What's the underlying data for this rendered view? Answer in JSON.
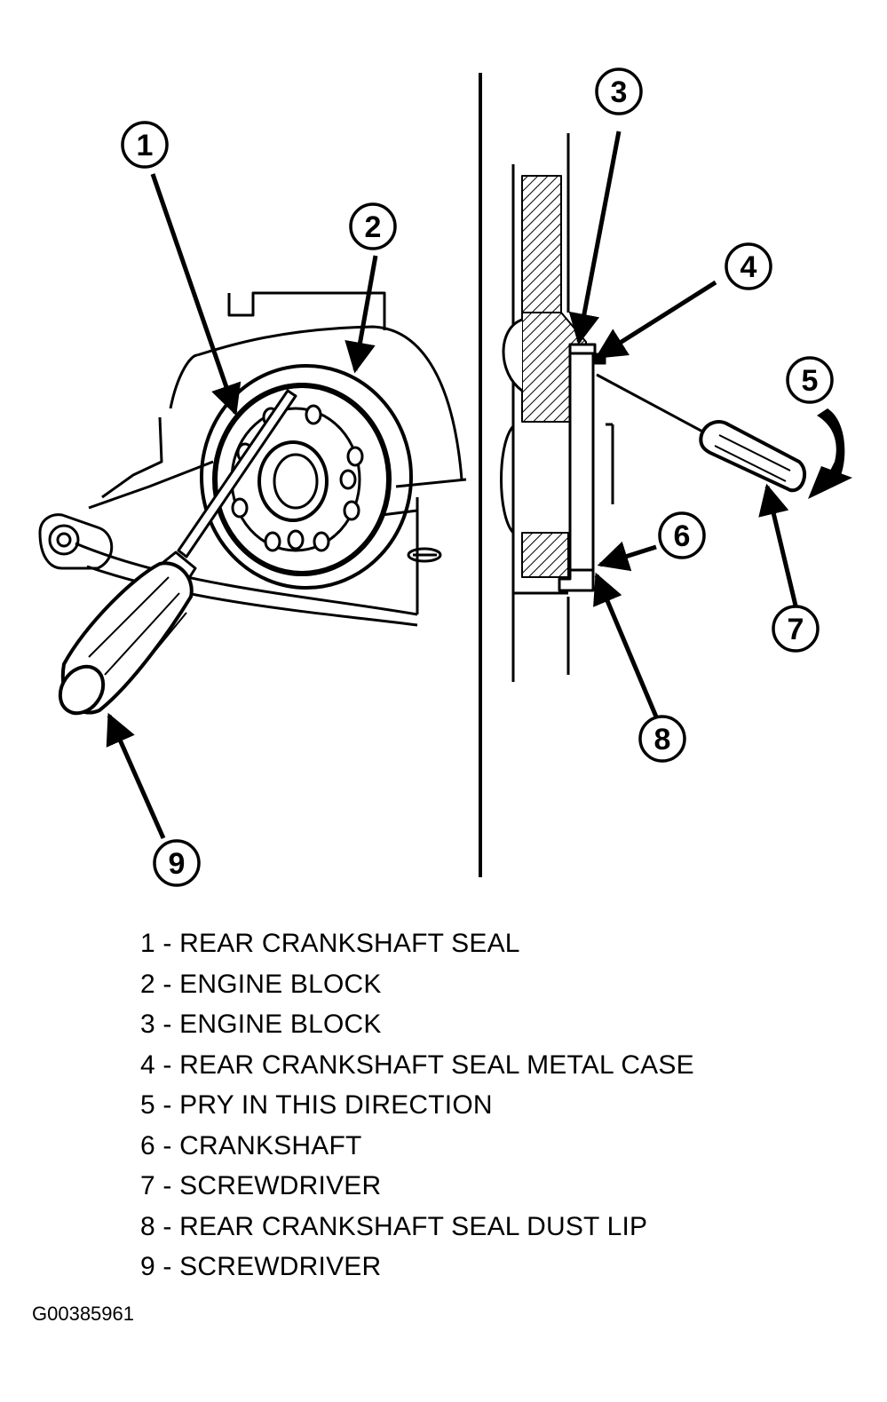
{
  "callouts": [
    "1",
    "2",
    "3",
    "4",
    "5",
    "6",
    "7",
    "8",
    "9"
  ],
  "legend": [
    "1 - REAR CRANKSHAFT SEAL",
    "2 - ENGINE BLOCK",
    "3 - ENGINE BLOCK",
    "4 - REAR CRANKSHAFT SEAL METAL CASE",
    "5 - PRY IN THIS DIRECTION",
    "6 - CRANKSHAFT",
    "7 - SCREWDRIVER",
    "8 - REAR CRANKSHAFT SEAL DUST LIP",
    "9 - SCREWDRIVER"
  ],
  "figure_id": "G00385961"
}
